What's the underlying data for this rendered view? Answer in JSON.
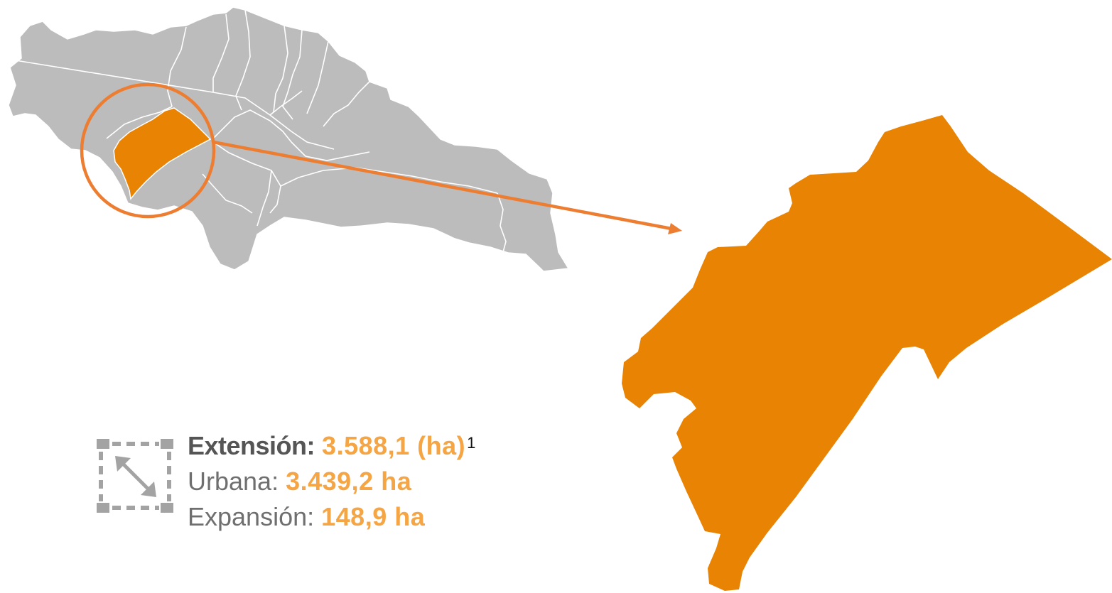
{
  "colors": {
    "region": "#bcbcbc",
    "region_border": "#ffffff",
    "highlight": "#e88303",
    "callout": "#ed7d31",
    "value": "#f5a544",
    "label": "#6f6f6f"
  },
  "stats": {
    "extension_label": "Extensión:",
    "extension_value": "3.588,1 (ha)",
    "extension_note": "1",
    "urban_label": "Urbana:",
    "urban_value": "3.439,2 ha",
    "expansion_label": "Expansión:",
    "expansion_value": "148,9 ha"
  },
  "icons": {
    "extension": "resize-arrows-icon"
  }
}
